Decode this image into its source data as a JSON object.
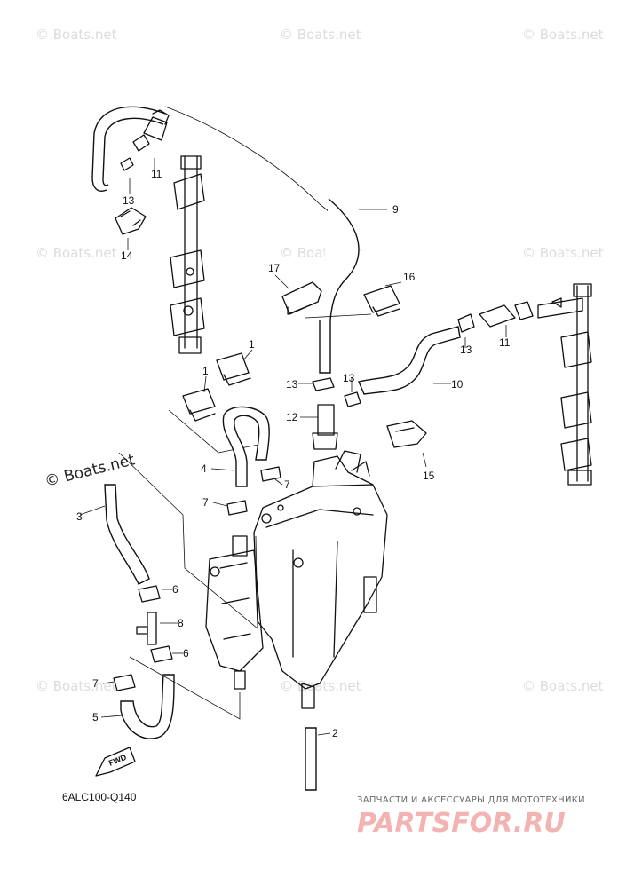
{
  "watermarks": {
    "small": "© Boats.net",
    "main": "© Boats.net"
  },
  "callouts": {
    "c1a": "1",
    "c1b": "1",
    "c2": "2",
    "c3": "3",
    "c4": "4",
    "c5": "5",
    "c6a": "6",
    "c6b": "6",
    "c7a": "7",
    "c7b": "7",
    "c7c": "7",
    "c8": "8",
    "c9": "9",
    "c10": "10",
    "c11a": "11",
    "c11b": "11",
    "c12": "12",
    "c13a": "13",
    "c13b": "13",
    "c13c": "13",
    "c13d": "13",
    "c14": "14",
    "c15": "15",
    "c16": "16",
    "c17": "17"
  },
  "fwd_label": "FWD",
  "diagram_code": "6ALC100-Q140",
  "shop": {
    "tagline": "ЗАПЧАСТИ И АКСЕССУАРЫ ДЛЯ МОТОТЕХНИКИ",
    "logo": "PARTSFOR.RU"
  },
  "colors": {
    "line": "#111111",
    "watermark": "#dcdcdc",
    "shop_logo": "#f3b3b3"
  }
}
